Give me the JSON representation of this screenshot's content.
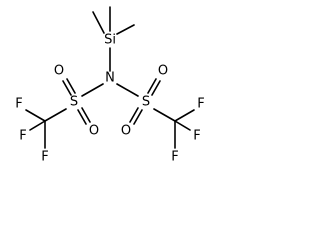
{
  "molecule": {
    "atoms": {
      "si": "Si",
      "n": "N",
      "s_left": "S",
      "s_right": "S",
      "o_left_top": "O",
      "o_left_bottom": "O",
      "o_right_top": "O",
      "o_right_bottom": "O",
      "f_left_1": "F",
      "f_left_2": "F",
      "f_left_3": "F",
      "f_right_1": "F",
      "f_right_2": "F",
      "f_right_3": "F"
    },
    "colors": {
      "ink": "#000000",
      "background": "#ffffff"
    }
  }
}
